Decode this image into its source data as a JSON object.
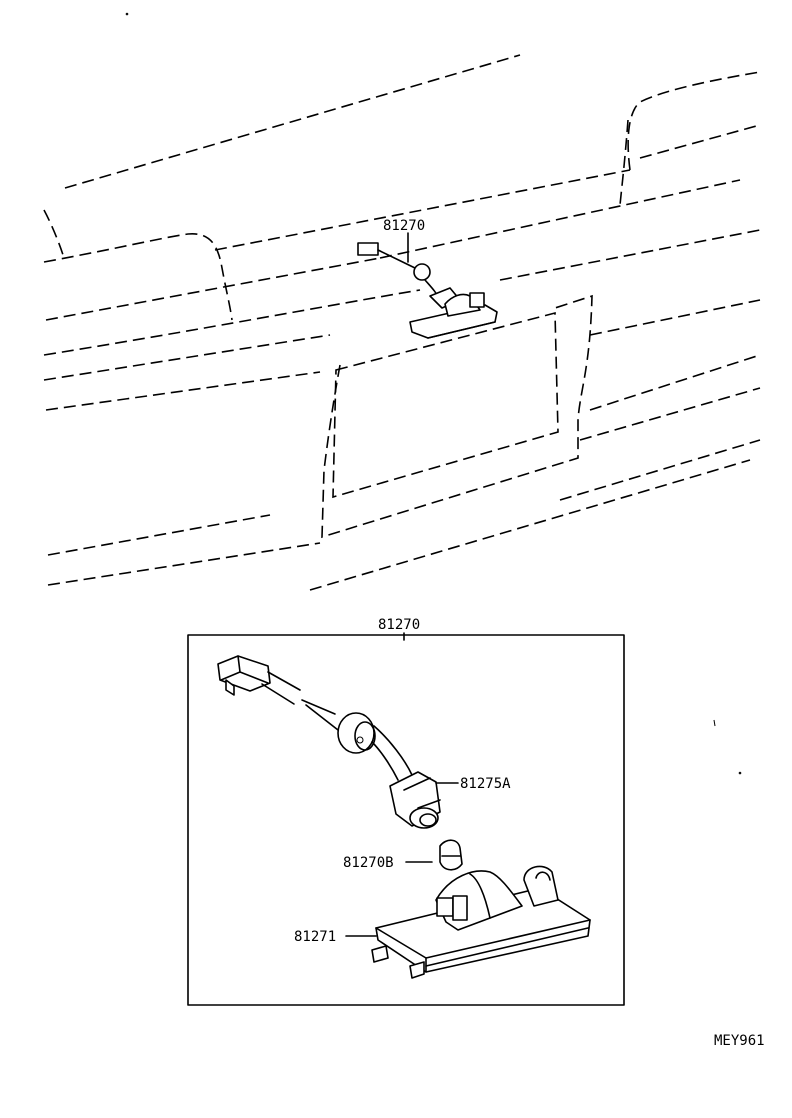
{
  "labels": {
    "top_callout": "81270",
    "box_title": "81270",
    "socket": "81275A",
    "bulb": "81270B",
    "lens_housing": "81271",
    "figure_code": "MEY961"
  }
}
